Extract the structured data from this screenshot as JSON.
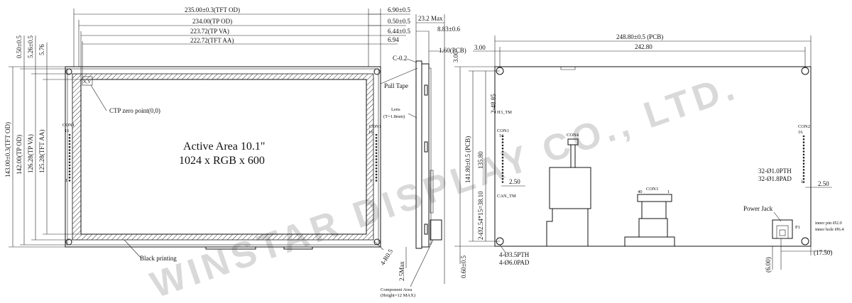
{
  "watermark": "WINSTAR DISPLAY CO., LTD.",
  "front": {
    "active_area_line1": "Active Area 10.1\"",
    "active_area_line2": "1024 x RGB x 600",
    "ctp_zero": "CTP  zero point(0,0)",
    "black_printing": "Black printing",
    "corner_dim": "4-R0.5",
    "con_label": "CON1",
    "pin16": "16",
    "pin1": "1",
    "top_dims": [
      {
        "main": "235.00±0.3(TFT OD)",
        "side": "6.90±0.5"
      },
      {
        "main": "234.00(TP OD)",
        "side": "0.50±0.5"
      },
      {
        "main": "223.72(TP VA)",
        "side": "6.44±0.5"
      },
      {
        "main": "222.72(TFT AA)",
        "side": "6.94"
      }
    ],
    "left_small_dims": [
      "0.50±0.5",
      "5.26±0.5",
      "5.76"
    ],
    "left_dims": [
      "143.00±0.3(TFT OD)",
      "142.00(TP OD)",
      "126.28(TP VA)",
      "125.28(TFT AA)"
    ]
  },
  "side": {
    "thickness": "23.2 Max",
    "thickness2": "8.83±0.6",
    "pcb": "1.60(PCB)",
    "c_label": "C-0.2",
    "pull_tape": "Pull Tape",
    "lens": "Lens",
    "lens_t": "(T=1.8mm)",
    "max": "2.5Max",
    "component_area": "Component Area",
    "component_height": "(Height=12 MAX)"
  },
  "back": {
    "pcb_width": "248.80±0.5 (PCB)",
    "hole_span": "242.80",
    "edge_3": "3.00",
    "edge_3v": "3.00",
    "dim_48": "2-48.85",
    "dim_135": "135.80",
    "pcb_height": "141.80±0.5 (PCB)",
    "dim_pitch": "2-Ø2.54*15=38.10",
    "dim_250a": "2.50",
    "dim_250b": "2.50",
    "dim_060": "0.60±0.5",
    "holes_1": "4-Ø3.5PTH",
    "holes_2": "4-Ø6.0PAD",
    "pth": "32-Ø1.0PTH",
    "pad": "32-Ø1.8PAD",
    "power_jack": "Power Jack",
    "inner_pin": "inner pin Ø2.0",
    "inner_hole": "inner hole Ø6.4",
    "dim_1750": "(17.50)",
    "dim_600": "(6.00)",
    "con4": "CON4",
    "con3": "CON3",
    "con2": "CON2",
    "con1": "CON1",
    "h3_tm": "H3_TM",
    "can_tm": "CAN_TM",
    "p1": "P1",
    "pin40": "40",
    "pin1": "1",
    "pin16": "16"
  }
}
